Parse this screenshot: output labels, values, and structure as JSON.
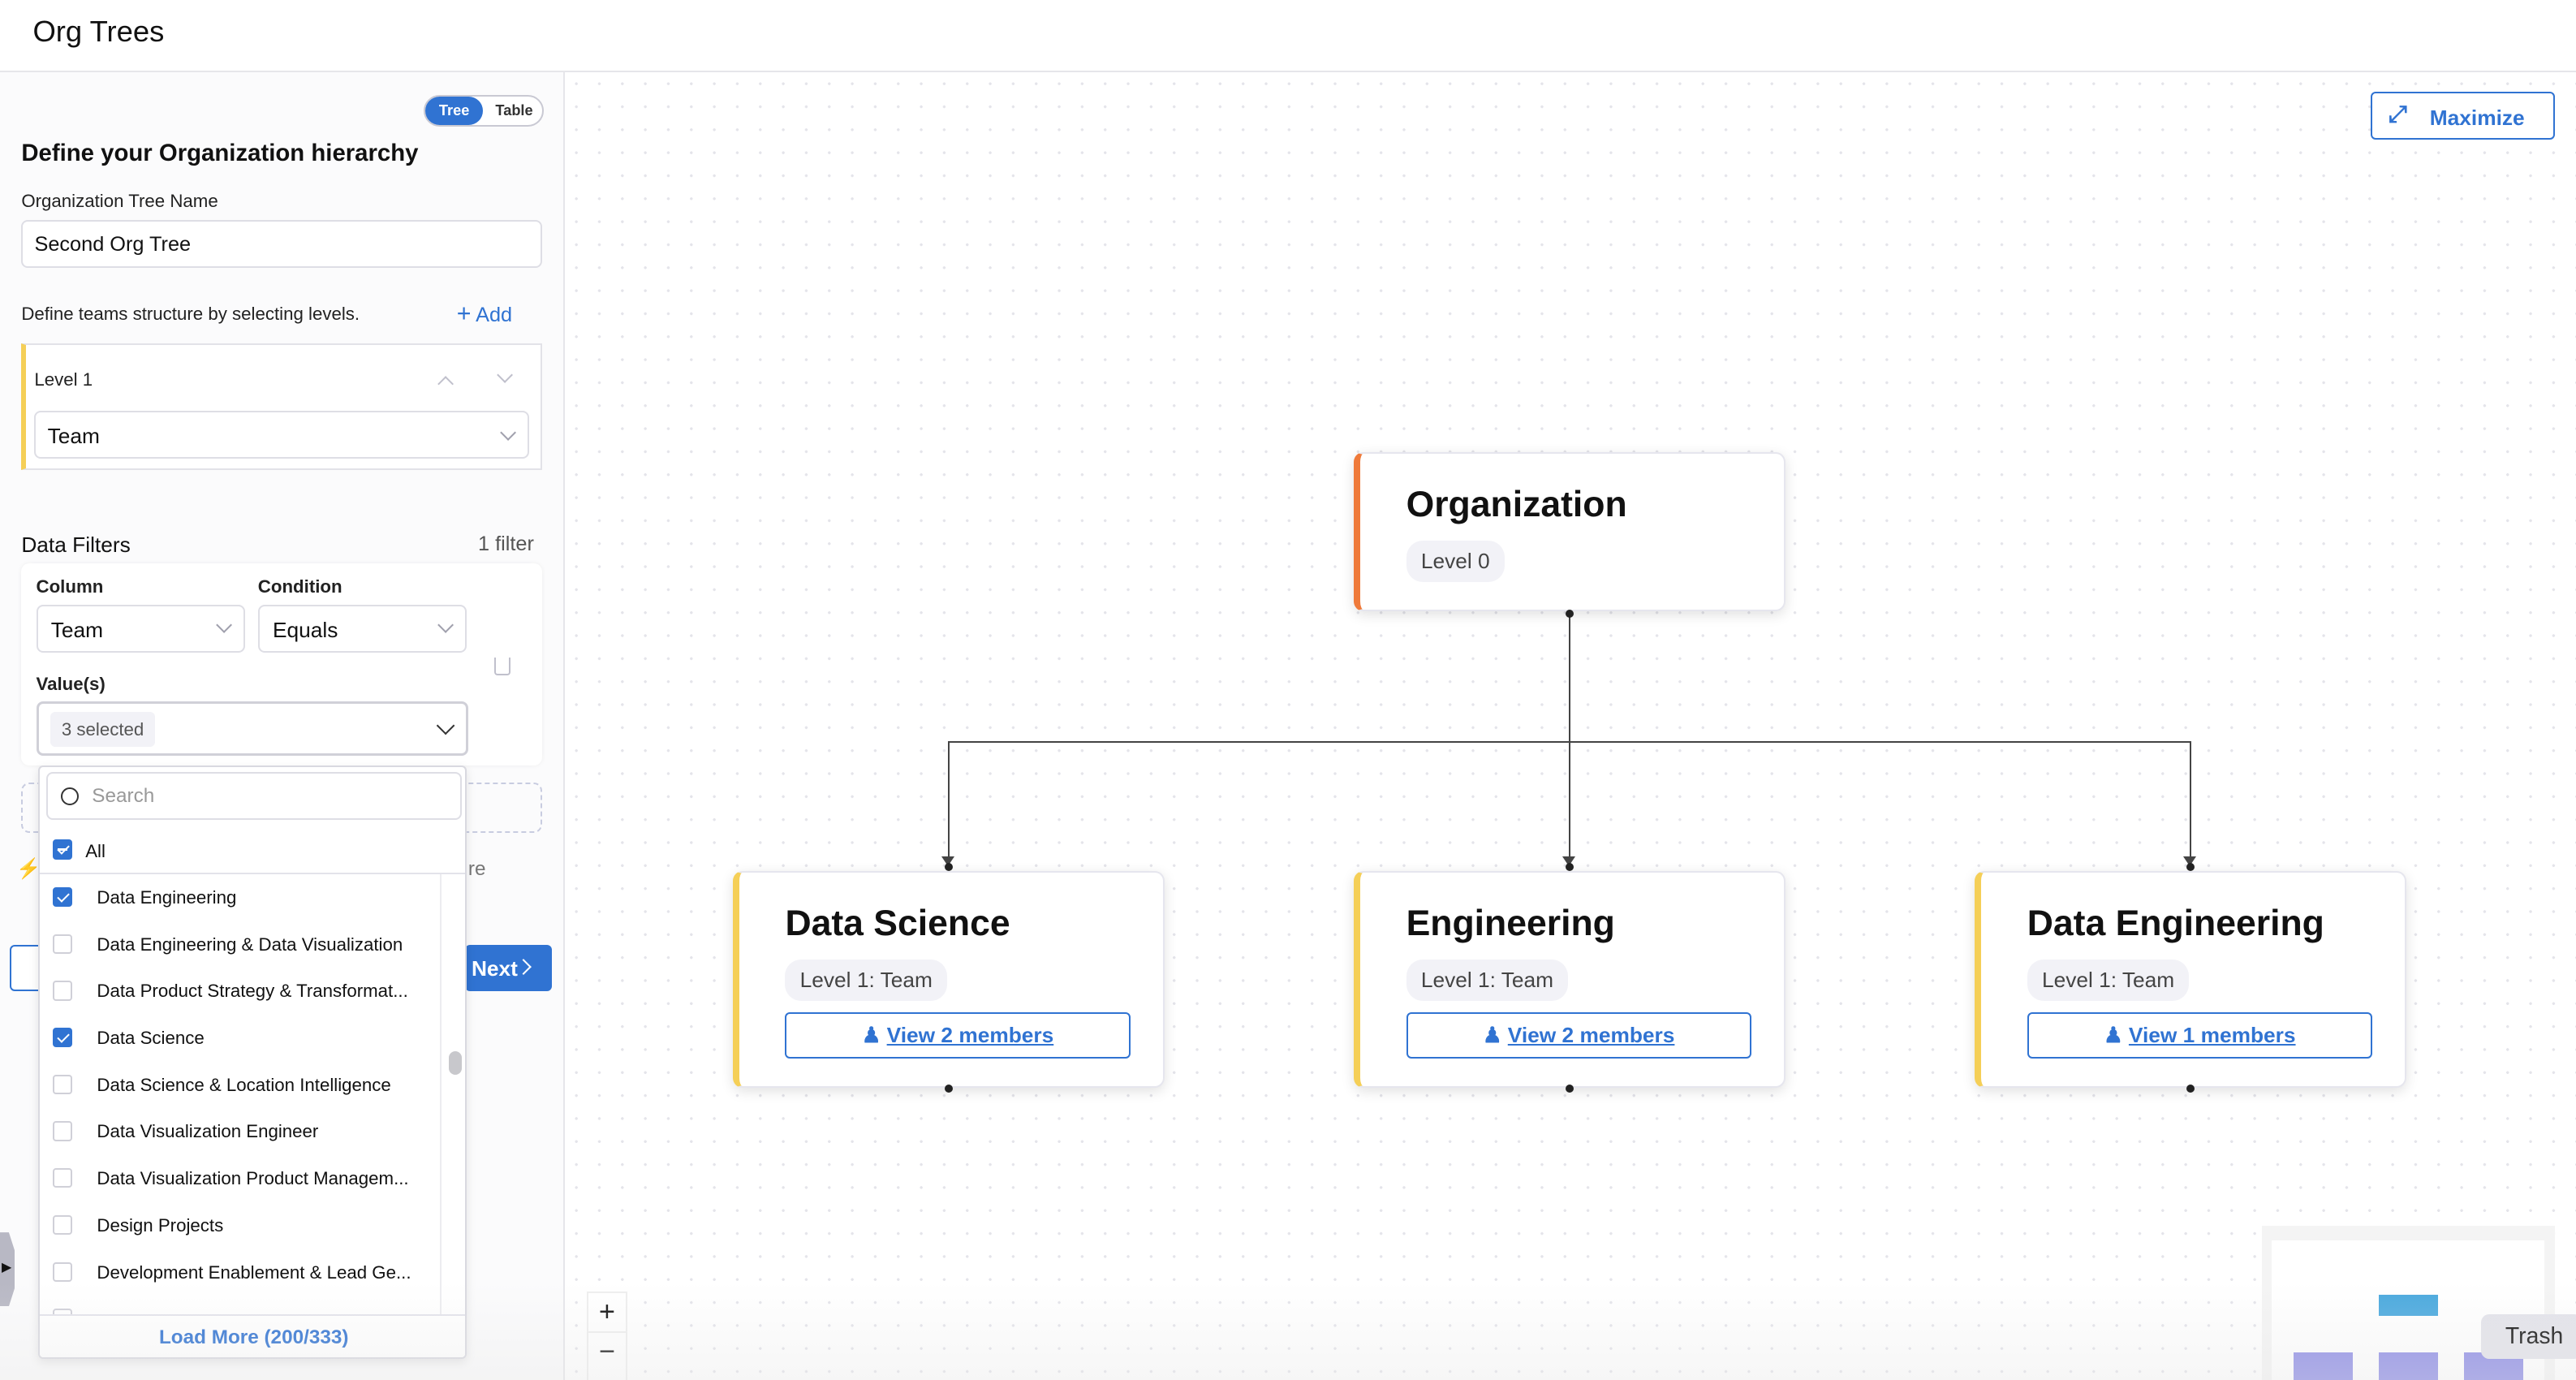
{
  "app": {
    "title": "Org Trees"
  },
  "view_toggle": {
    "options": [
      "Tree",
      "Table"
    ],
    "selected": "Tree"
  },
  "form": {
    "heading": "Define your Organization hierarchy",
    "tree_name_label": "Organization Tree Name",
    "tree_name_value": "Second Org Tree",
    "levels_hint": "Define teams structure by selecting levels.",
    "add_label": "Add",
    "levels": [
      {
        "label": "Level 1",
        "value": "Team"
      }
    ]
  },
  "filters": {
    "title": "Data Filters",
    "count": "1 filter",
    "column_label": "Column",
    "column_value": "Team",
    "condition_label": "Condition",
    "condition_value": "Equals",
    "values_label": "Value(s)",
    "values_summary": "3 selected",
    "partial_hint": "re",
    "next_label": "Next"
  },
  "dropdown": {
    "search_placeholder": "Search",
    "all_label": "All",
    "options": [
      {
        "label": "Data Engineering",
        "checked": true
      },
      {
        "label": "Data Engineering & Data Visualization",
        "checked": false
      },
      {
        "label": "Data Product Strategy & Transformat...",
        "checked": false
      },
      {
        "label": "Data Science",
        "checked": true
      },
      {
        "label": "Data Science & Location Intelligence",
        "checked": false
      },
      {
        "label": "Data Visualization Engineer",
        "checked": false
      },
      {
        "label": "Data Visualization Product Managem...",
        "checked": false
      },
      {
        "label": "Design Projects",
        "checked": false
      },
      {
        "label": "Development Enablement & Lead Ge...",
        "checked": false
      }
    ],
    "load_more": "Load More (200/333)"
  },
  "canvas": {
    "maximize_label": "Maximize",
    "root": {
      "title": "Organization",
      "level": "Level 0",
      "accent": "#ef7a3a"
    },
    "children": [
      {
        "title": "Data Science",
        "level": "Level 1: Team",
        "members": "View 2 members"
      },
      {
        "title": "Engineering",
        "level": "Level 1: Team",
        "members": "View 2 members"
      },
      {
        "title": "Data Engineering",
        "level": "Level 1: Team",
        "members": "View 1 members"
      }
    ],
    "child_accent": "#f5cf57",
    "zoom_in": "+",
    "zoom_out": "−",
    "tooltip": "Trash"
  },
  "colors": {
    "primary": "#3073d2",
    "minimap_root": "#4aa9de",
    "minimap_child": "#9190e6"
  }
}
